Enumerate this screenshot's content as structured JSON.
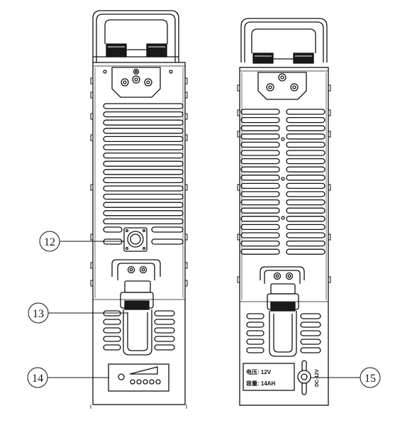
{
  "callouts": [
    {
      "id": "12",
      "label": "12"
    },
    {
      "id": "13",
      "label": "13"
    },
    {
      "id": "14",
      "label": "14"
    },
    {
      "id": "15",
      "label": "15"
    }
  ],
  "nameplate": {
    "voltage": "电压: 12V",
    "capacity": "容量: 14AH"
  },
  "dc_port_label": "DC-12V",
  "battery_leds": 5
}
